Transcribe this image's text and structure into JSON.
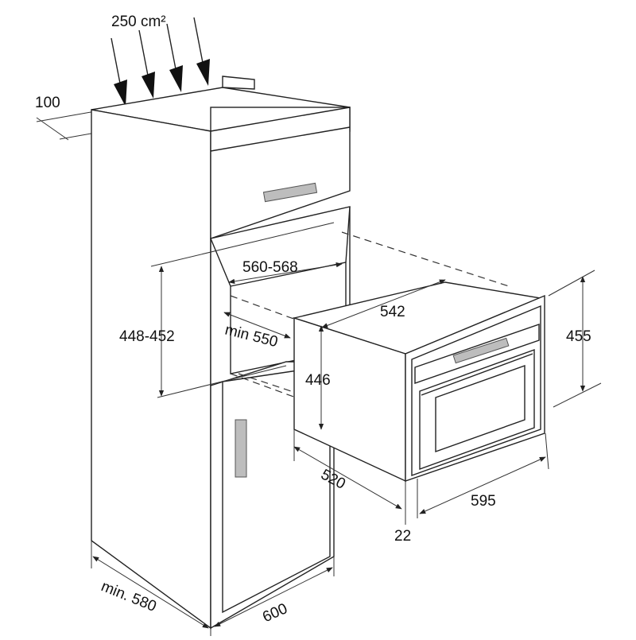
{
  "labels": {
    "ventilation": "250 cm²",
    "top_gap": "100",
    "niche_width": "560-568",
    "niche_height": "448-452",
    "niche_depth": "min 550",
    "oven_depth": "542",
    "oven_height": "446",
    "front_height": "455",
    "carcass_depth": "520",
    "front_width": "595",
    "front_thickness": "22",
    "cabinet_depth": "min.  580",
    "cabinet_width": "600"
  }
}
